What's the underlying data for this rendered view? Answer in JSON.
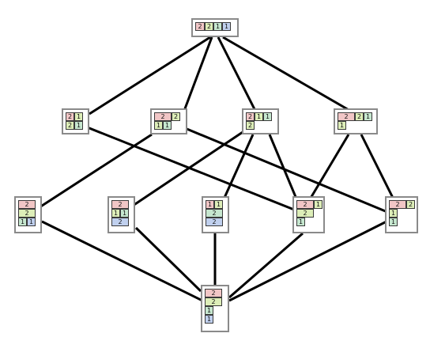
{
  "colors": {
    "1": "#c6e7cf",
    "2": "#f1c6c6",
    "3": "#ddeeb8",
    "4": "#c0d0ee",
    "edge": "#000000",
    "node_border": "#8a8a8a"
  },
  "nodes": [
    {
      "id": "top",
      "cells": [
        {
          "text": "2",
          "c": "2"
        },
        {
          "text": "2",
          "c": "3"
        },
        {
          "text": "1",
          "c": "1"
        },
        {
          "text": "1",
          "c": "4"
        }
      ]
    },
    {
      "id": "m1",
      "cells": [
        {
          "text": "2",
          "c": "2"
        },
        {
          "text": "1",
          "c": "3"
        },
        {
          "text": "2",
          "c": "3"
        },
        {
          "text": "1",
          "c": "1"
        }
      ]
    },
    {
      "id": "m2",
      "cells": [
        {
          "text": "2",
          "c": "2"
        },
        {
          "text": "2",
          "c": "3"
        },
        {
          "text": "1",
          "c": "3"
        },
        {
          "text": "1",
          "c": "1"
        }
      ]
    },
    {
      "id": "m3",
      "cells": [
        {
          "text": "2",
          "c": "2"
        },
        {
          "text": "1",
          "c": "3"
        },
        {
          "text": "1",
          "c": "1"
        },
        {
          "text": "2",
          "c": "3"
        }
      ]
    },
    {
      "id": "m4",
      "cells": [
        {
          "text": "2",
          "c": "2"
        },
        {
          "text": "2",
          "c": "3"
        },
        {
          "text": "1",
          "c": "1"
        },
        {
          "text": "1",
          "c": "3"
        }
      ]
    },
    {
      "id": "l1",
      "cells": [
        {
          "text": "2",
          "c": "2"
        },
        {
          "text": "2",
          "c": "3"
        },
        {
          "text": "1",
          "c": "1"
        },
        {
          "text": "1",
          "c": "4"
        }
      ]
    },
    {
      "id": "l2",
      "cells": [
        {
          "text": "2",
          "c": "2"
        },
        {
          "text": "1",
          "c": "3"
        },
        {
          "text": "1",
          "c": "1"
        },
        {
          "text": "2",
          "c": "4"
        }
      ]
    },
    {
      "id": "l3",
      "cells": [
        {
          "text": "1",
          "c": "2"
        },
        {
          "text": "1",
          "c": "3"
        },
        {
          "text": "2",
          "c": "1"
        },
        {
          "text": "2",
          "c": "4"
        }
      ]
    },
    {
      "id": "l4",
      "cells": [
        {
          "text": "2",
          "c": "2"
        },
        {
          "text": "1",
          "c": "3"
        },
        {
          "text": "2",
          "c": "3"
        },
        {
          "text": "1",
          "c": "1"
        }
      ]
    },
    {
      "id": "l5",
      "cells": [
        {
          "text": "2",
          "c": "2"
        },
        {
          "text": "2",
          "c": "3"
        },
        {
          "text": "1",
          "c": "3"
        },
        {
          "text": "1",
          "c": "1"
        }
      ]
    },
    {
      "id": "bottom",
      "cells": [
        {
          "text": "2",
          "c": "2"
        },
        {
          "text": "2",
          "c": "3"
        },
        {
          "text": "1",
          "c": "1"
        },
        {
          "text": "1",
          "c": "4"
        }
      ]
    }
  ],
  "edges": [
    [
      "top",
      "m1"
    ],
    [
      "top",
      "m2"
    ],
    [
      "top",
      "m3"
    ],
    [
      "top",
      "m4"
    ],
    [
      "m1",
      "l4"
    ],
    [
      "m2",
      "l1"
    ],
    [
      "m2",
      "l5"
    ],
    [
      "m3",
      "l2"
    ],
    [
      "m3",
      "l3"
    ],
    [
      "m3",
      "l4"
    ],
    [
      "m4",
      "l4"
    ],
    [
      "m4",
      "l5"
    ],
    [
      "l1",
      "bottom"
    ],
    [
      "l2",
      "bottom"
    ],
    [
      "l3",
      "bottom"
    ],
    [
      "l4",
      "bottom"
    ],
    [
      "l5",
      "bottom"
    ]
  ]
}
